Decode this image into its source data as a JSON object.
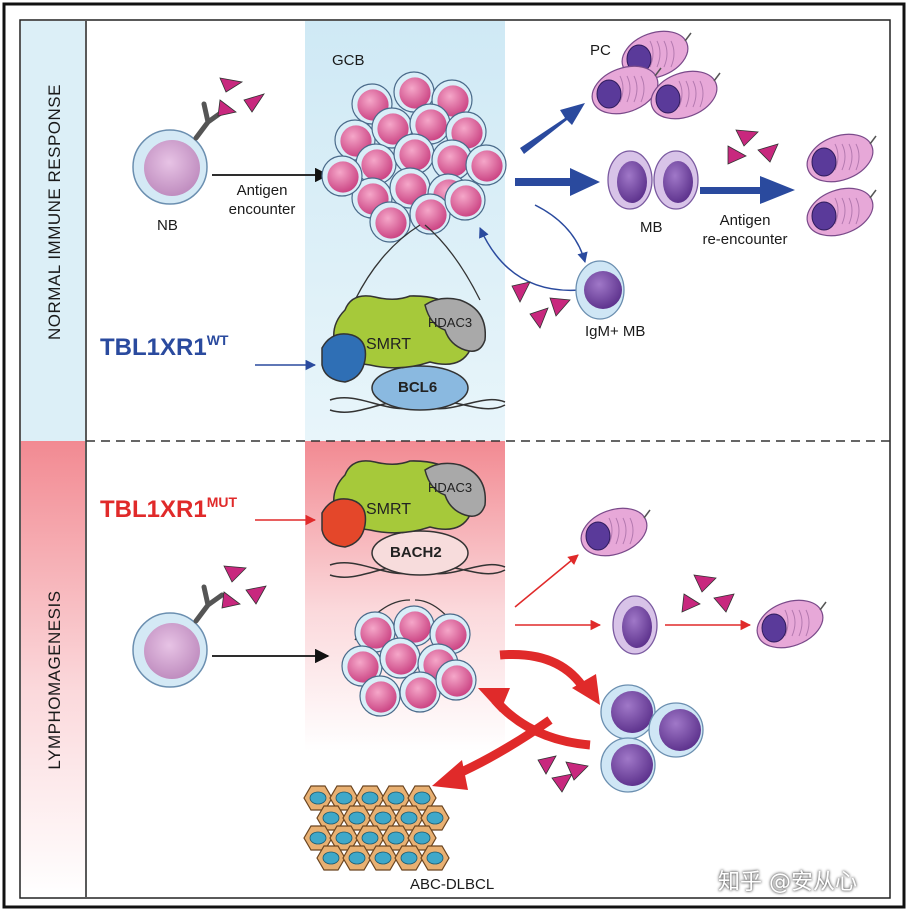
{
  "sections": {
    "top_label": "NORMAL IMMUNE RESPONSE",
    "bottom_label": "LYMPHOMAGENESIS"
  },
  "cells": {
    "nb": "NB",
    "gcb": "GCB",
    "pc": "PC",
    "mb": "MB",
    "igm_mb": "IgM+ MB",
    "abc": "ABC-DLBCL"
  },
  "arrows": {
    "antigen_encounter_1": "Antigen",
    "antigen_encounter_2": "encounter",
    "reencounter_1": "Antigen",
    "reencounter_2": "re-encounter"
  },
  "complex_top": {
    "label_main": "TBL1XR1",
    "label_sup": "WT",
    "smrt": "SMRT",
    "hdac3": "HDAC3",
    "repressor": "BCL6"
  },
  "complex_bottom": {
    "label_main": "TBL1XR1",
    "label_sup": "MUT",
    "smrt": "SMRT",
    "hdac3": "HDAC3",
    "repressor": "BACH2"
  },
  "watermark": "知乎 @安从心",
  "colors": {
    "wt_blue": "#2a4a9e",
    "mut_red": "#e02a2a",
    "top_panel_bg": "#dff0f7",
    "bottom_panel_bg": "#f7c9cc",
    "cell_pink": "#d9518f",
    "cell_purple": "#6b3fa0",
    "smrt_green": "#a6c93a",
    "hdac3_gray": "#a9a9a9"
  }
}
